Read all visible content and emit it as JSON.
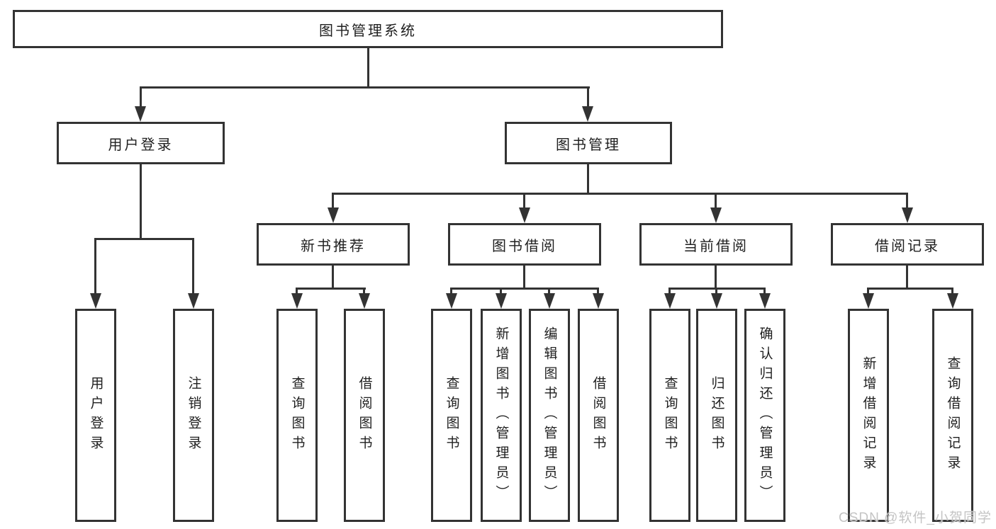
{
  "diagram_type": "hierarchy-tree",
  "colors": {
    "line": "#333333",
    "box_border": "#333333",
    "text": "#1f1f1f",
    "background": "#ffffff",
    "watermark": "#c4c4c4"
  },
  "tree": {
    "label": "图书管理系统",
    "children": [
      {
        "label": "用户登录",
        "children": [
          {
            "label": "用户登录"
          },
          {
            "label": "注销登录"
          }
        ]
      },
      {
        "label": "图书管理",
        "children": [
          {
            "label": "新书推荐",
            "children": [
              {
                "label": "查询图书"
              },
              {
                "label": "借阅图书"
              }
            ]
          },
          {
            "label": "图书借阅",
            "children": [
              {
                "label": "查询图书"
              },
              {
                "label": "新增图书（管理员）"
              },
              {
                "label": "编辑图书（管理员）"
              },
              {
                "label": "借阅图书"
              }
            ]
          },
          {
            "label": "当前借阅",
            "children": [
              {
                "label": "查询图书"
              },
              {
                "label": "归还图书"
              },
              {
                "label": "确认归还（管理员）"
              }
            ]
          },
          {
            "label": "借阅记录",
            "children": [
              {
                "label": "新增借阅记录"
              },
              {
                "label": "查询借阅记录"
              }
            ]
          }
        ]
      }
    ]
  },
  "watermark": "CSDN @软件_小贺同学"
}
